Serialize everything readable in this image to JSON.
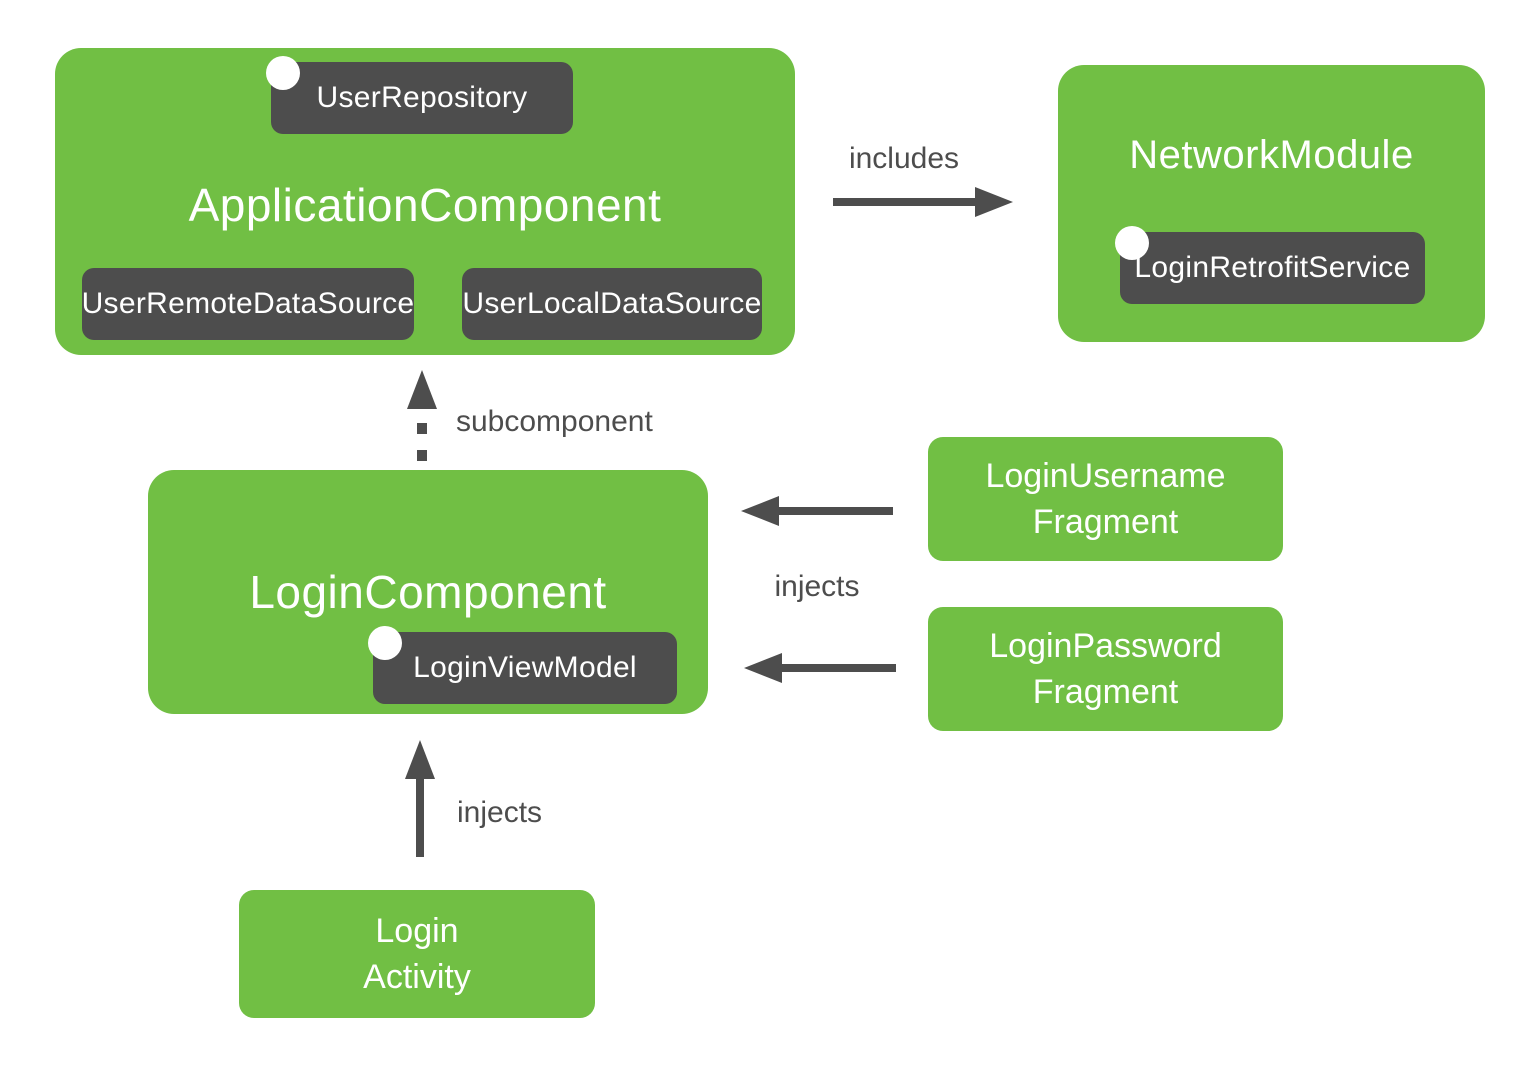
{
  "diagram": {
    "application_component": {
      "title": "ApplicationComponent",
      "provision": "UserRepository",
      "data_sources": [
        "UserRemoteDataSource",
        "UserLocalDataSource"
      ]
    },
    "network_module": {
      "title": "NetworkModule",
      "provision": "LoginRetrofitService"
    },
    "login_component": {
      "title": "LoginComponent",
      "provision": "LoginViewModel"
    },
    "login_username_fragment": {
      "line1": "LoginUsername",
      "line2": "Fragment"
    },
    "login_password_fragment": {
      "line1": "LoginPassword",
      "line2": "Fragment"
    },
    "login_activity": {
      "line1": "Login",
      "line2": "Activity"
    },
    "edges": {
      "includes": "includes",
      "subcomponent": "subcomponent",
      "injects_fragments": "injects",
      "injects_activity": "injects"
    },
    "colors": {
      "node_green": "#71BF44",
      "badge_gray": "#4D4D4D",
      "arrow_gray": "#4D4D4D",
      "text_white": "#FFFFFF",
      "background": "#FFFFFF"
    }
  }
}
